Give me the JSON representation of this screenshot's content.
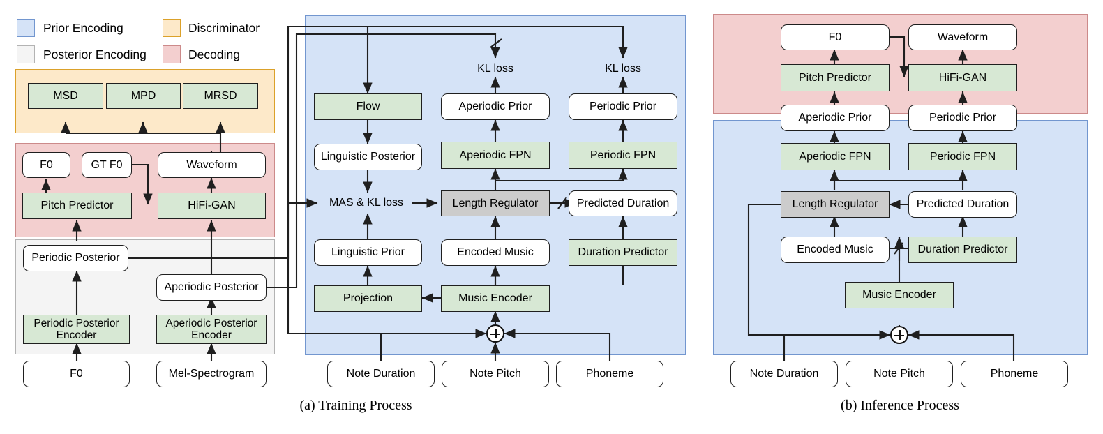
{
  "figure": {
    "captions": [
      {
        "id": "cap-a",
        "text": "(a) Training Process"
      },
      {
        "id": "cap-b",
        "text": "(b) Inference Process"
      }
    ]
  },
  "legend": {
    "items": [
      {
        "key": "prior",
        "label": "Prior Encoding",
        "fill": "#d5e3f7",
        "stroke": "#7296cf"
      },
      {
        "key": "discriminator",
        "label": "Discriminator",
        "fill": "#fde9c9",
        "stroke": "#dba12a"
      },
      {
        "key": "posterior",
        "label": "Posterior Encoding",
        "fill": "#f4f4f4",
        "stroke": "#b3b3b3"
      },
      {
        "key": "decoding",
        "label": "Decoding",
        "fill": "#f3cfcf",
        "stroke": "#cc8a8a"
      }
    ]
  },
  "palette": {
    "prior_fill": "#d5e3f7",
    "prior_stroke": "#7296cf",
    "discriminator_fill": "#fde9c9",
    "discriminator_stroke": "#dba12a",
    "posterior_fill": "#f4f4f4",
    "posterior_stroke": "#b3b3b3",
    "decoding_fill": "#f3cfcf",
    "decoding_stroke": "#cc8a8a",
    "module_green": "#d7e8d4",
    "module_gray": "#cccccc",
    "tensor_white": "#ffffff",
    "line": "#1f1f1f"
  },
  "training": {
    "discriminator_blocks": [
      {
        "id": "msd",
        "label": "MSD"
      },
      {
        "id": "mpd",
        "label": "MPD"
      },
      {
        "id": "mrsd",
        "label": "MRSD"
      }
    ],
    "decoding_blocks": [
      {
        "id": "f0",
        "label": "F0"
      },
      {
        "id": "gt-f0",
        "label": "GT F0"
      },
      {
        "id": "waveform",
        "label": "Waveform"
      },
      {
        "id": "pitch-predictor",
        "label": "Pitch Predictor"
      },
      {
        "id": "hifi-gan",
        "label": "HiFi-GAN"
      }
    ],
    "posterior_blocks": [
      {
        "id": "periodic-posterior",
        "label": "Periodic Posterior"
      },
      {
        "id": "aperiodic-posterior",
        "label": "Aperiodic Posterior"
      },
      {
        "id": "periodic-posterior-encoder",
        "label": "Periodic Posterior Encoder"
      },
      {
        "id": "aperiodic-posterior-encoder",
        "label": "Aperiodic Posterior Encoder"
      }
    ],
    "posterior_inputs": [
      {
        "id": "f0-input",
        "label": "F0"
      },
      {
        "id": "mel-spectrogram",
        "label": "Mel-Spectrogram"
      }
    ],
    "prior_blocks": [
      {
        "id": "kl-loss-left",
        "label": "KL loss"
      },
      {
        "id": "kl-loss-right",
        "label": "KL loss"
      },
      {
        "id": "flow",
        "label": "Flow"
      },
      {
        "id": "aperiodic-prior",
        "label": "Aperiodic Prior"
      },
      {
        "id": "periodic-prior",
        "label": "Periodic Prior"
      },
      {
        "id": "linguistic-posterior",
        "label": "Linguistic Posterior"
      },
      {
        "id": "aperiodic-fpn",
        "label": "Aperiodic FPN"
      },
      {
        "id": "periodic-fpn",
        "label": "Periodic FPN"
      },
      {
        "id": "mas-kl-loss",
        "label": "MAS & KL loss"
      },
      {
        "id": "length-regulator",
        "label": "Length Regulator"
      },
      {
        "id": "predicted-duration",
        "label": "Predicted Duration"
      },
      {
        "id": "linguistic-prior",
        "label": "Linguistic Prior"
      },
      {
        "id": "encoded-music",
        "label": "Encoded Music"
      },
      {
        "id": "duration-predictor",
        "label": "Duration Predictor"
      },
      {
        "id": "projection",
        "label": "Projection"
      },
      {
        "id": "music-encoder",
        "label": "Music Encoder"
      }
    ],
    "inputs": [
      {
        "id": "note-duration",
        "label": "Note Duration"
      },
      {
        "id": "note-pitch",
        "label": "Note Pitch"
      },
      {
        "id": "phoneme",
        "label": "Phoneme"
      }
    ]
  },
  "inference": {
    "decoding_blocks": [
      {
        "id": "f0",
        "label": "F0"
      },
      {
        "id": "waveform",
        "label": "Waveform"
      },
      {
        "id": "pitch-predictor",
        "label": "Pitch Predictor"
      },
      {
        "id": "hifi-gan",
        "label": "HiFi-GAN"
      }
    ],
    "prior_blocks": [
      {
        "id": "aperiodic-prior",
        "label": "Aperiodic Prior"
      },
      {
        "id": "periodic-prior",
        "label": "Periodic Prior"
      },
      {
        "id": "aperiodic-fpn",
        "label": "Aperiodic FPN"
      },
      {
        "id": "periodic-fpn",
        "label": "Periodic FPN"
      },
      {
        "id": "length-regulator",
        "label": "Length Regulator"
      },
      {
        "id": "predicted-duration",
        "label": "Predicted Duration"
      },
      {
        "id": "encoded-music",
        "label": "Encoded Music"
      },
      {
        "id": "duration-predictor",
        "label": "Duration Predictor"
      },
      {
        "id": "music-encoder",
        "label": "Music Encoder"
      }
    ],
    "inputs": [
      {
        "id": "note-duration",
        "label": "Note Duration"
      },
      {
        "id": "note-pitch",
        "label": "Note Pitch"
      },
      {
        "id": "phoneme",
        "label": "Phoneme"
      }
    ]
  }
}
